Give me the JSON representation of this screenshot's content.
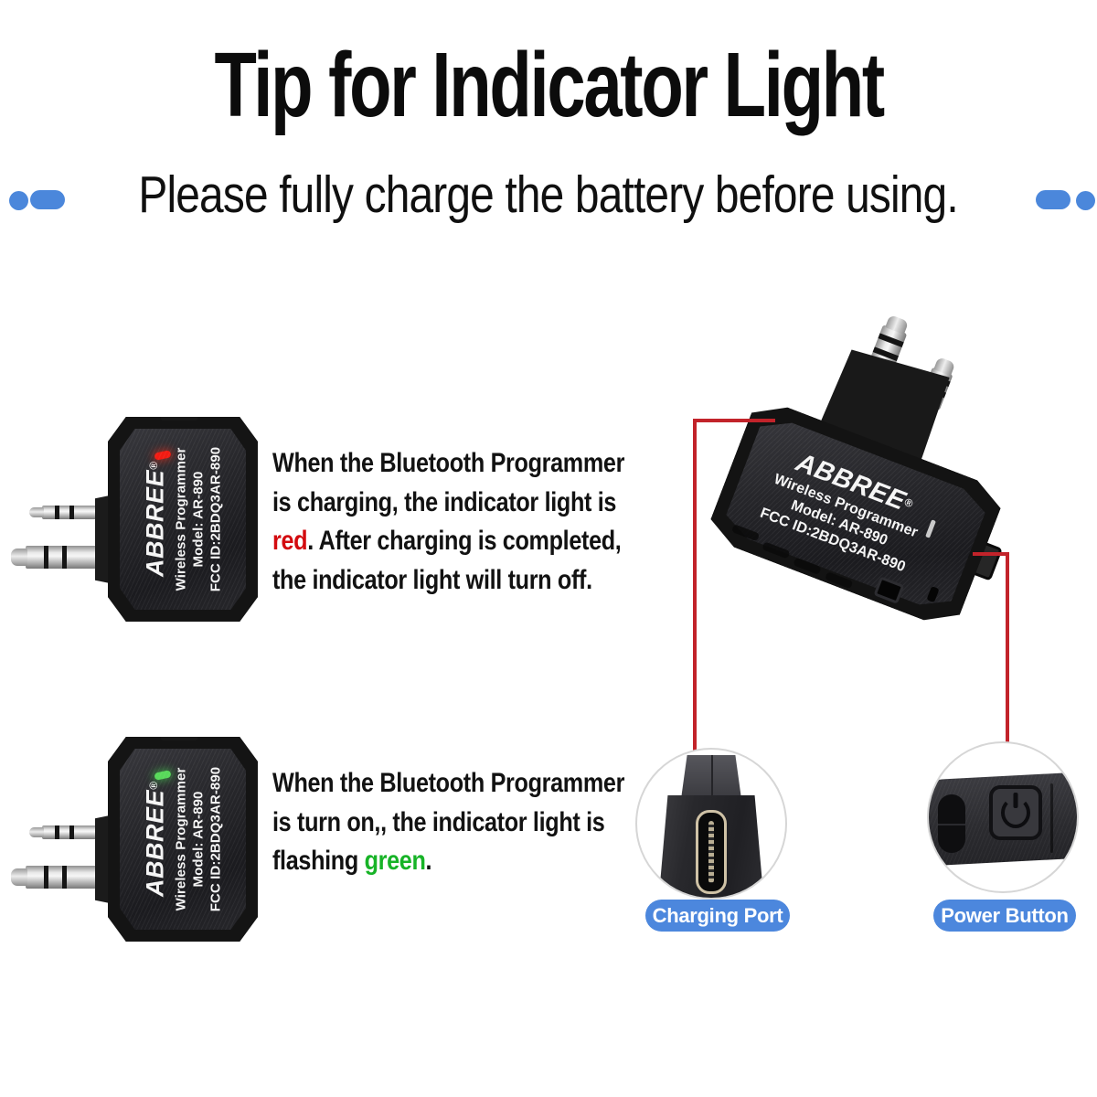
{
  "header": {
    "title": "Tip for Indicator Light",
    "subtitle": "Please fully charge the battery before using."
  },
  "colors": {
    "accent_blue": "#4b87db",
    "callout_line_red": "#c2232a",
    "highlight_red": "#d30b0f",
    "highlight_green": "#17b327",
    "led_red": "#f31b12",
    "led_green": "#58d95a"
  },
  "device_label": {
    "brand": "ABBREE",
    "reg_mark": "®",
    "product": "Wireless Programmer",
    "model": "Model: AR-890",
    "fcc": "FCC ID:2BDQ3AR-890"
  },
  "charging_tip": {
    "line1": "When the Bluetooth Programmer",
    "line2": "is charging, the indicator light is",
    "highlight": "red",
    "line3_rest": ". After charging is completed,",
    "line4": "the indicator light will turn off."
  },
  "power_tip": {
    "line1": "When the Bluetooth Programmer",
    "line2": "is turn on,, the indicator light is",
    "line3_pre": "flashing",
    "highlight": "green",
    "line3_end": "."
  },
  "callouts": {
    "charging_port": "Charging Port",
    "power_button": "Power Button"
  }
}
